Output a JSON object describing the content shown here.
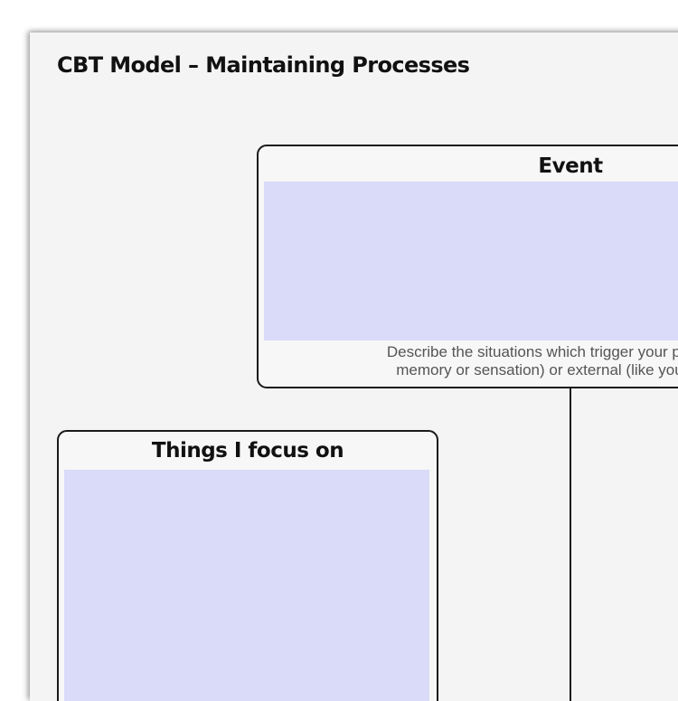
{
  "document": {
    "title": "CBT Model – Maintaining Processes"
  },
  "boxes": {
    "event": {
      "title": "Event",
      "hint_line1": "Describe the situations which trigger your problem. Ev",
      "hint_line2": "memory or sensation) or external (like your surroun"
    },
    "focus": {
      "title": "Things I focus on"
    }
  },
  "colors": {
    "fill_area": "#d9dbf8",
    "border": "#1a1a1a",
    "page": "#f4f4f4"
  }
}
